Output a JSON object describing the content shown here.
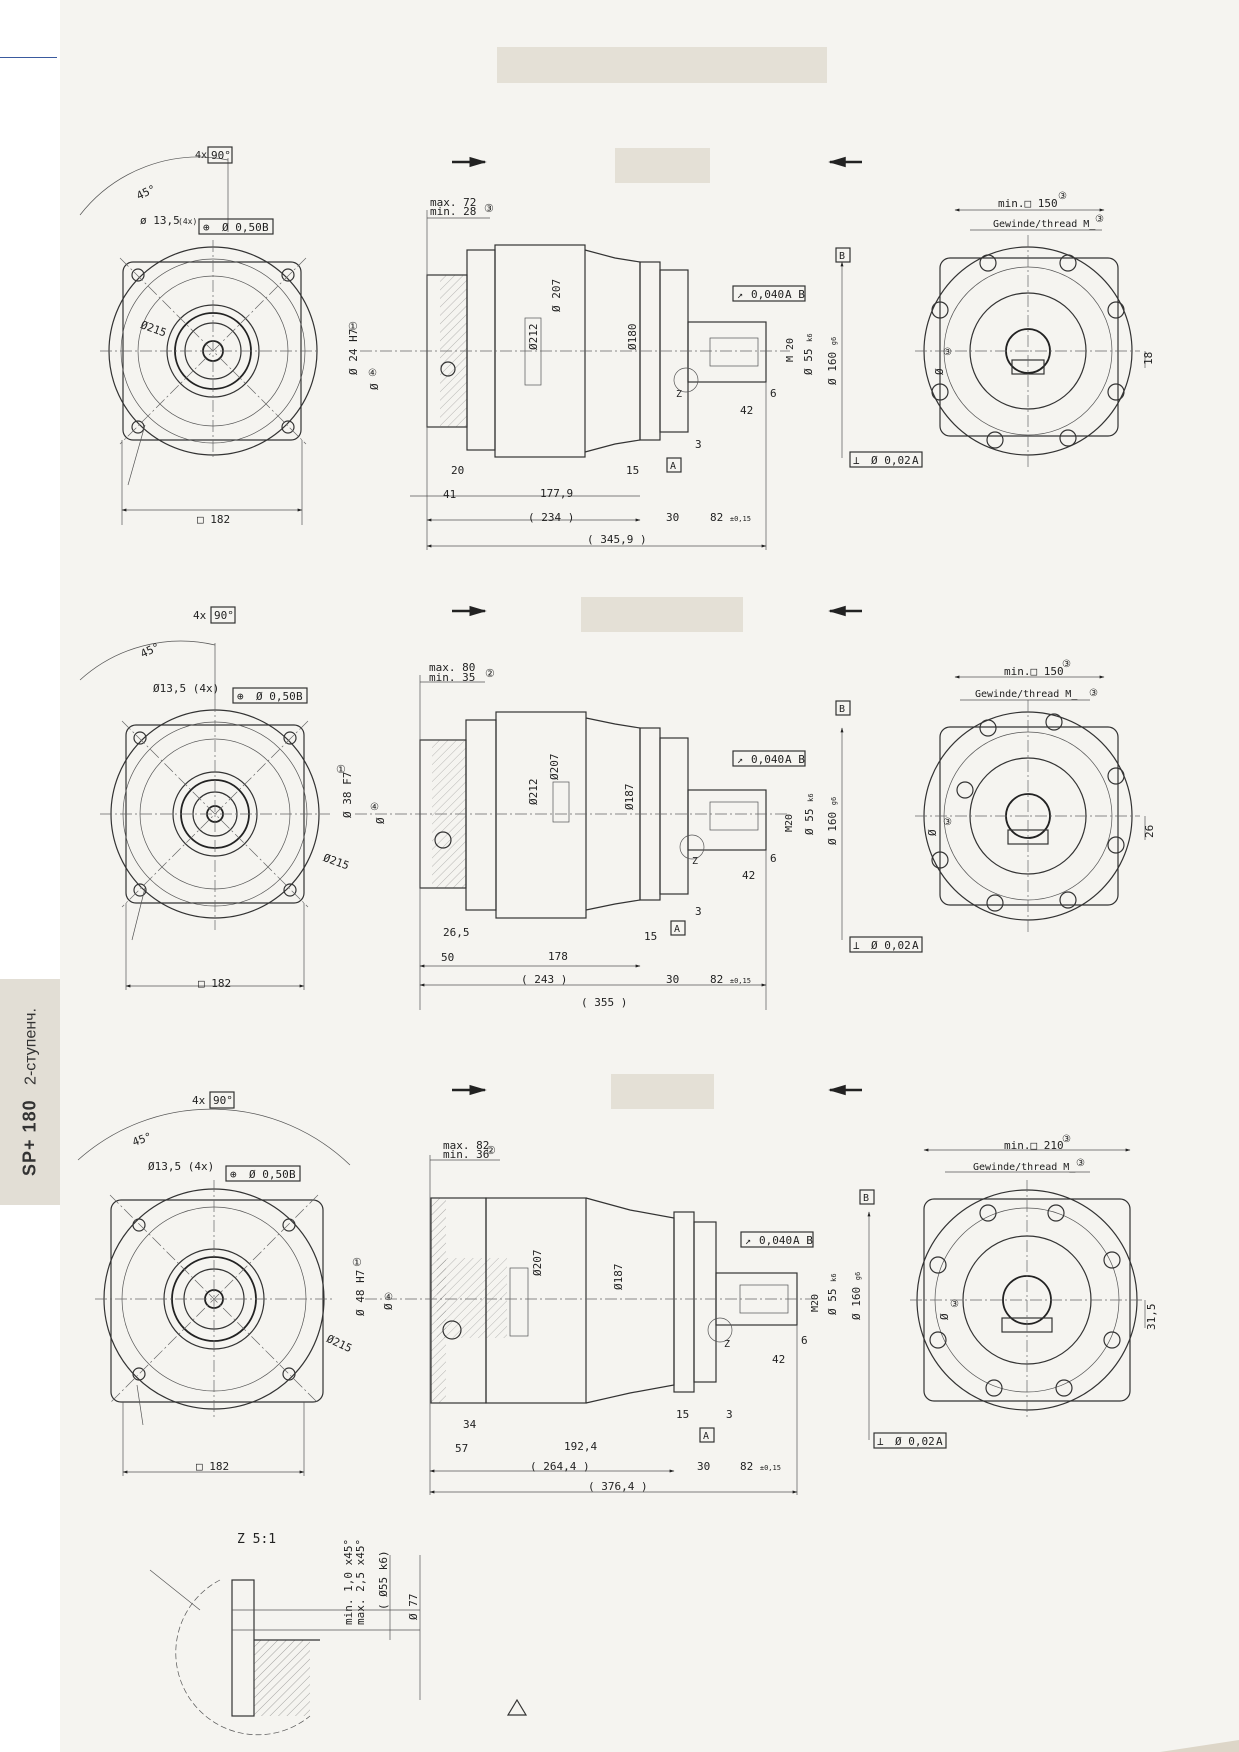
{
  "sidebar": {
    "model": "SP+ 180",
    "stage": "2-ступенч."
  },
  "variant1": {
    "angle_count": "4x",
    "angle": "90°",
    "rot_angle": "45°",
    "hole": "ø 13,5",
    "hole_count": "(4x)",
    "position_tol": "Ø 0,50",
    "ref_b": "B",
    "pcd": "Ø215",
    "square": "182",
    "bore_max": "max. 72",
    "bore_min": "min. 28",
    "note3": "③",
    "d207": "Ø 207",
    "d212": "Ø212",
    "d180": "Ø180",
    "bore_d": "Ø 24 H7",
    "bore_d4": "Ø",
    "note1": "①",
    "note4": "④",
    "runout": "0,040",
    "ref_ab": "A B",
    "thread": "M 20",
    "shaft": "Ø 55",
    "fit_k6": "k6",
    "pilot": "Ø 160",
    "fit_g6": "g6",
    "key_6": "6",
    "len_42": "42",
    "len_3": "3",
    "len_15": "15",
    "ref_a": "A",
    "len_20": "20",
    "len_41": "41",
    "len_177": "177,9",
    "len_234": "( 234 )",
    "len_30": "30",
    "len_82": "82",
    "tol_82": "±0,15",
    "len_345": "( 345,9 )",
    "perp": "Ø 0,02",
    "perp_ref": "A",
    "z": "Z",
    "min_sq": "min.□ 150",
    "thread_label": "Gewinde/thread M_",
    "key_18": "18",
    "d3": "Ø"
  },
  "variant2": {
    "angle_count": "4x",
    "angle": "90°",
    "rot_angle": "45°",
    "hole": "Ø13,5 (4x)",
    "position_tol": "Ø 0,50",
    "ref_b": "B",
    "pcd": "Ø215",
    "square": "182",
    "bore_max": "max. 80",
    "bore_min": "min. 35",
    "note2": "②",
    "d207": "Ø207",
    "d212": "Ø212",
    "d187": "Ø187",
    "bore_d": "Ø 38 F7",
    "bore_d4": "Ø",
    "note1": "①",
    "note4": "④",
    "runout": "0,040",
    "ref_ab": "A B",
    "thread": "M20",
    "shaft": "Ø 55",
    "fit_k6": "k6",
    "pilot": "Ø 160",
    "fit_g6": "g6",
    "key_6": "6",
    "len_42": "42",
    "len_3": "3",
    "len_15": "15",
    "ref_a": "A",
    "len_26": "26,5",
    "len_50": "50",
    "len_178": "178",
    "len_243": "( 243 )",
    "len_30": "30",
    "len_82": "82",
    "tol_82": "±0,15",
    "len_355": "( 355 )",
    "perp": "Ø 0,02",
    "perp_ref": "A",
    "z": "Z",
    "min_sq": "min.□ 150",
    "thread_label": "Gewinde/thread M_",
    "key_26": "26",
    "d3": "Ø"
  },
  "variant3": {
    "angle_count": "4x",
    "angle": "90°",
    "rot_angle": "45°",
    "hole": "Ø13,5 (4x)",
    "position_tol": "Ø 0,50",
    "ref_b": "B",
    "pcd": "Ø215",
    "square": "182",
    "bore_max": "max. 82",
    "bore_min": "min. 36",
    "note2": "②",
    "d207": "Ø207",
    "d187": "Ø187",
    "bore_d": "Ø 48 H7",
    "bore_d4": "Ø",
    "note1": "①",
    "note4": "④",
    "runout": "0,040",
    "ref_ab": "A B",
    "thread": "M20",
    "shaft": "Ø 55",
    "fit_k6": "k6",
    "pilot": "Ø 160",
    "fit_g6": "g6",
    "key_6": "6",
    "len_42": "42",
    "len_3": "3",
    "len_15": "15",
    "ref_a": "A",
    "len_34": "34",
    "len_57": "57",
    "len_192": "192,4",
    "len_264": "( 264,4 )",
    "len_30": "30",
    "len_82": "82",
    "tol_82": "±0,15",
    "len_376": "( 376,4 )",
    "perp": "Ø 0,02",
    "perp_ref": "A",
    "z": "Z",
    "min_sq": "min.□ 210",
    "thread_label": "Gewinde/thread M_",
    "key_31": "31,5",
    "d3": "Ø"
  },
  "detail": {
    "title": "Z 5:1",
    "chamfer_min": "min. 1,0 x45°",
    "chamfer_max": "max. 2,5 x45°",
    "shaft": "( Ø55 k6)",
    "d77": "Ø 77"
  },
  "colors": {
    "sheet": "#f5f4f0",
    "placeholder": "#e4e0d6",
    "tab": "#e2ded5",
    "line": "#333333",
    "accent": "#3a5a9e"
  }
}
